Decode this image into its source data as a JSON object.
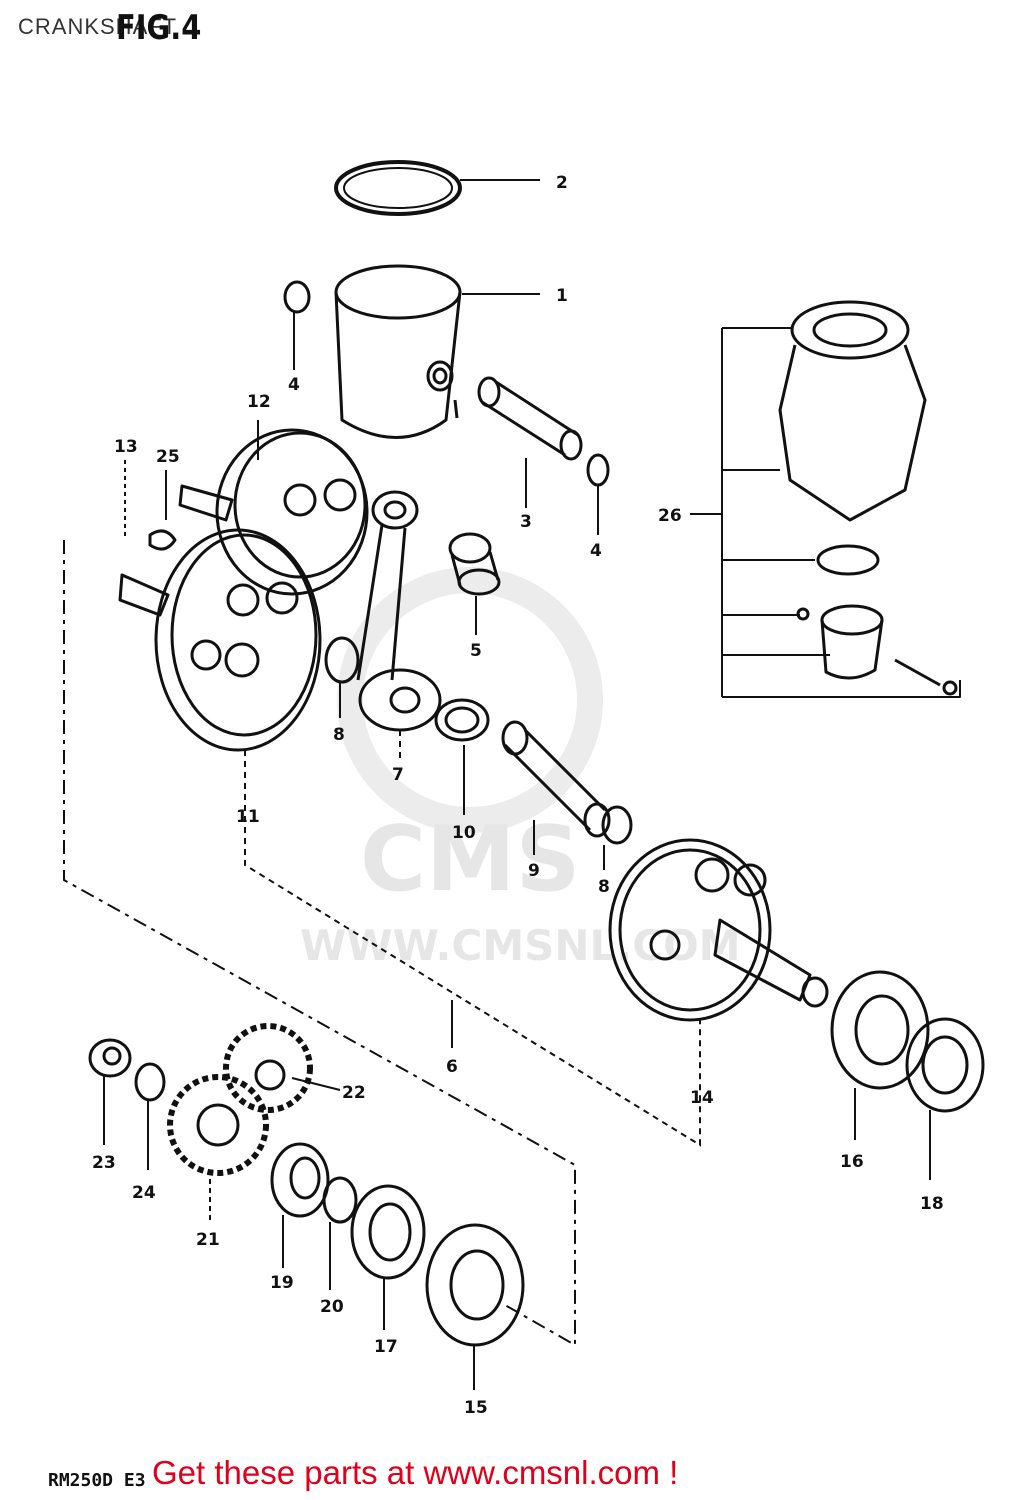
{
  "header": {
    "section_title": "CRANKSHAFT",
    "figure_label": "FIG.4"
  },
  "watermark": {
    "logo": "CMS",
    "url": "WWW.CMSNL.COM"
  },
  "parts": [
    {
      "id": "p1",
      "number": "1"
    },
    {
      "id": "p2",
      "number": "2"
    },
    {
      "id": "p3",
      "number": "3"
    },
    {
      "id": "p4a",
      "number": "4"
    },
    {
      "id": "p4b",
      "number": "4"
    },
    {
      "id": "p5",
      "number": "5"
    },
    {
      "id": "p6",
      "number": "6"
    },
    {
      "id": "p7",
      "number": "7"
    },
    {
      "id": "p8a",
      "number": "8"
    },
    {
      "id": "p8b",
      "number": "8"
    },
    {
      "id": "p9",
      "number": "9"
    },
    {
      "id": "p10",
      "number": "10"
    },
    {
      "id": "p11",
      "number": "11"
    },
    {
      "id": "p12",
      "number": "12"
    },
    {
      "id": "p13",
      "number": "13"
    },
    {
      "id": "p14",
      "number": "14"
    },
    {
      "id": "p15",
      "number": "15"
    },
    {
      "id": "p16",
      "number": "16"
    },
    {
      "id": "p17",
      "number": "17"
    },
    {
      "id": "p18",
      "number": "18"
    },
    {
      "id": "p19",
      "number": "19"
    },
    {
      "id": "p20",
      "number": "20"
    },
    {
      "id": "p21",
      "number": "21"
    },
    {
      "id": "p22",
      "number": "22"
    },
    {
      "id": "p23",
      "number": "23"
    },
    {
      "id": "p24",
      "number": "24"
    },
    {
      "id": "p25",
      "number": "25"
    },
    {
      "id": "p26",
      "number": "26"
    }
  ],
  "footer": {
    "model_code": "RM250D E3",
    "cta_text": "Get these parts at www.cmsnl.com !"
  }
}
